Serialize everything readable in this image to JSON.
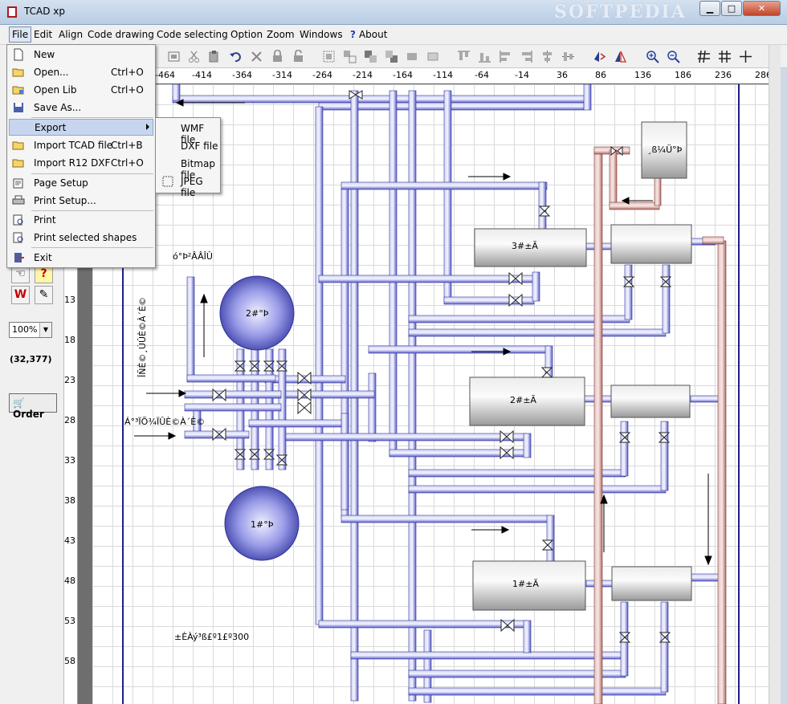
{
  "window": {
    "title": "TCAD xp",
    "watermark": "SOFTPEDIA"
  },
  "menubar": {
    "items": [
      {
        "label": "File"
      },
      {
        "label": "Edit"
      },
      {
        "label": "Align"
      },
      {
        "label": "Code drawing"
      },
      {
        "label": "Code selecting"
      },
      {
        "label": "Option"
      },
      {
        "label": "Zoom"
      },
      {
        "label": "Windows"
      },
      {
        "label": "About"
      }
    ]
  },
  "file_menu": {
    "items": [
      {
        "label": "New",
        "shortcut": ""
      },
      {
        "label": "Open...",
        "shortcut": "Ctrl+O"
      },
      {
        "label": "Open Lib",
        "shortcut": "Ctrl+O"
      },
      {
        "label": "Save As...",
        "shortcut": ""
      },
      {
        "label": "Export",
        "shortcut": ""
      },
      {
        "label": "Import TCAD file",
        "shortcut": "Ctrl+B"
      },
      {
        "label": "Import R12 DXF",
        "shortcut": "Ctrl+O"
      },
      {
        "label": "Page Setup",
        "shortcut": ""
      },
      {
        "label": "Print Setup...",
        "shortcut": ""
      },
      {
        "label": "Print",
        "shortcut": ""
      },
      {
        "label": "Print selected shapes",
        "shortcut": ""
      },
      {
        "label": "Exit",
        "shortcut": ""
      }
    ]
  },
  "export_menu": {
    "items": [
      "WMF file",
      "DXF file",
      "Bitmap file",
      "JPEG file"
    ]
  },
  "left_panel": {
    "zoom_value": "100%",
    "coords": "(32,377)",
    "order_label": "Order"
  },
  "ruler_h": [
    "-464",
    "-414",
    "-364",
    "-314",
    "-264",
    "-214",
    "-164",
    "-114",
    "-64",
    "-14",
    "36",
    "86",
    "136",
    "186",
    "236",
    "286"
  ],
  "ruler_v": [
    "13",
    "18",
    "23",
    "28",
    "33",
    "38",
    "43",
    "48",
    "53",
    "58"
  ],
  "diagram": {
    "tank_top": "2#°Þ",
    "tank_bottom": "1#°Þ",
    "unit3": "3#±Ã",
    "unit2": "2#±Ã",
    "unit1": "1#±Ã",
    "small_box": "¸ß¼Ü°Þ",
    "label_top": "ó°Þ²ÂÂÎÛ",
    "label_mid": "Á°³ÏÕ¾ÏÛÈ©À´È©",
    "label_vert": "ÎÑÈ©¸ÚÛÈ©À´È©",
    "label_bottom": "±ÈÀý³ß£º1£º300"
  },
  "colors": {
    "pipe_blue": "#6b6fd4",
    "pipe_red": "#c98a86",
    "selection": "#c7d6ee"
  }
}
